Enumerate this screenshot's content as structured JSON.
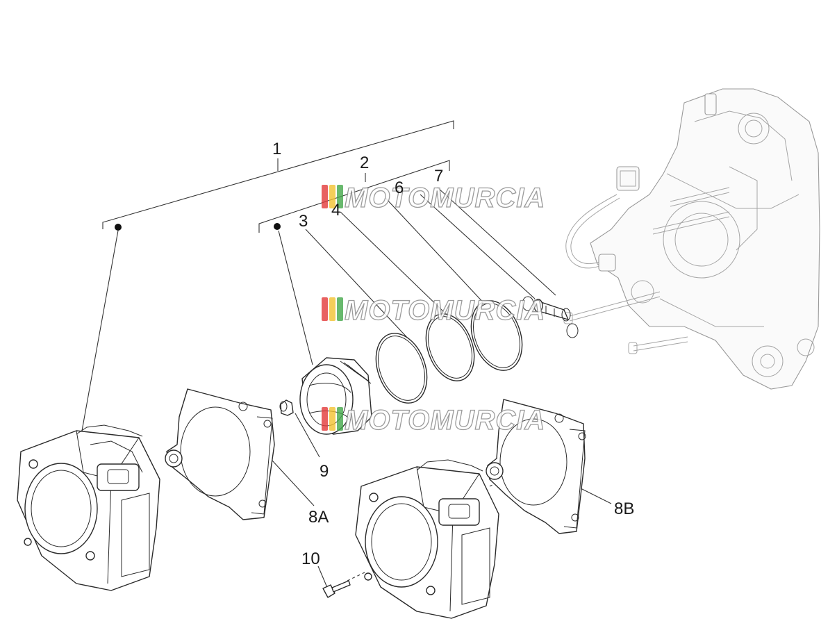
{
  "callouts": {
    "c1": "1",
    "c2": "2",
    "c3": "3",
    "c4": "4",
    "c6": "6",
    "c7": "7",
    "c9": "9",
    "c8a": "8A",
    "c8b": "8B",
    "c10": "10"
  },
  "watermark": {
    "text": "MOTOMURCIA",
    "stripe_colors": [
      "#e23a3a",
      "#f2c230",
      "#43a84a",
      "#3b6fd6"
    ]
  }
}
